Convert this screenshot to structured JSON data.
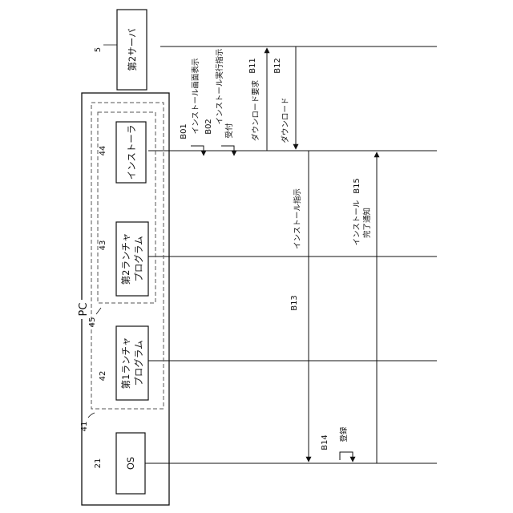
{
  "pc_label": "PC",
  "entities": {
    "server": {
      "ref": "5",
      "label": "第2サーバ"
    },
    "installer": {
      "ref": "44",
      "label": "インストーラ"
    },
    "launcher2": {
      "ref": "43",
      "line1": "第2ランチャ",
      "line2": "プログラム"
    },
    "launcher1": {
      "ref": "42",
      "line1": "第1ランチャ",
      "line2": "プログラム"
    },
    "os": {
      "ref": "21",
      "label": "OS"
    }
  },
  "groups": {
    "outer_ref": "41",
    "inner_ref": "45"
  },
  "messages": {
    "b01": {
      "id": "B01",
      "label": "インストール画面表示"
    },
    "b02": {
      "id": "B02",
      "line1": "インストール実行指示",
      "line2": "受付"
    },
    "b11": {
      "id": "B11",
      "label": "ダウンロード要求"
    },
    "b12": {
      "id": "B12",
      "label": "ダウンロード"
    },
    "b13": {
      "id": "B13",
      "label": "インストール指示"
    },
    "b14": {
      "id": "B14",
      "label": "登録"
    },
    "b15": {
      "id": "B15",
      "line1": "インストール",
      "line2": "完了通知"
    }
  },
  "colors": {
    "ink": "#111111",
    "dash": "#555555",
    "background": "#ffffff"
  }
}
